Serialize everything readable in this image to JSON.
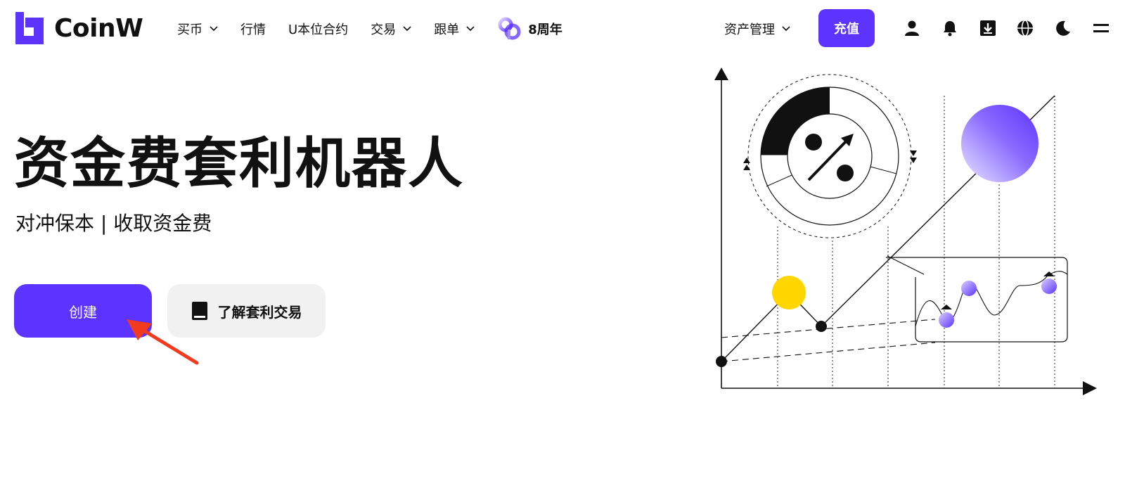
{
  "header": {
    "logo_text": "CoinW",
    "nav": {
      "buy": "买币",
      "markets": "行情",
      "futures": "U本位合约",
      "trade": "交易",
      "copy": "跟单",
      "anniversary": "8周年"
    },
    "asset_management": "资产管理",
    "deposit": "充值"
  },
  "hero": {
    "title": "资金费套利机器人",
    "subtitle": "对冲保本 | 收取资金费",
    "create_button": "创建",
    "learn_button": "了解套利交易"
  },
  "colors": {
    "brand": "#5c33ff",
    "accent_yellow": "#ffd600",
    "annotation_red": "#f23b1e",
    "text": "#111111"
  },
  "icons": [
    "logo-mark",
    "chevron-down-icon",
    "anniversary-icon",
    "user-icon",
    "bell-icon",
    "download-icon",
    "globe-icon",
    "moon-icon",
    "menu-icon",
    "book-icon",
    "arrow-annotation"
  ]
}
